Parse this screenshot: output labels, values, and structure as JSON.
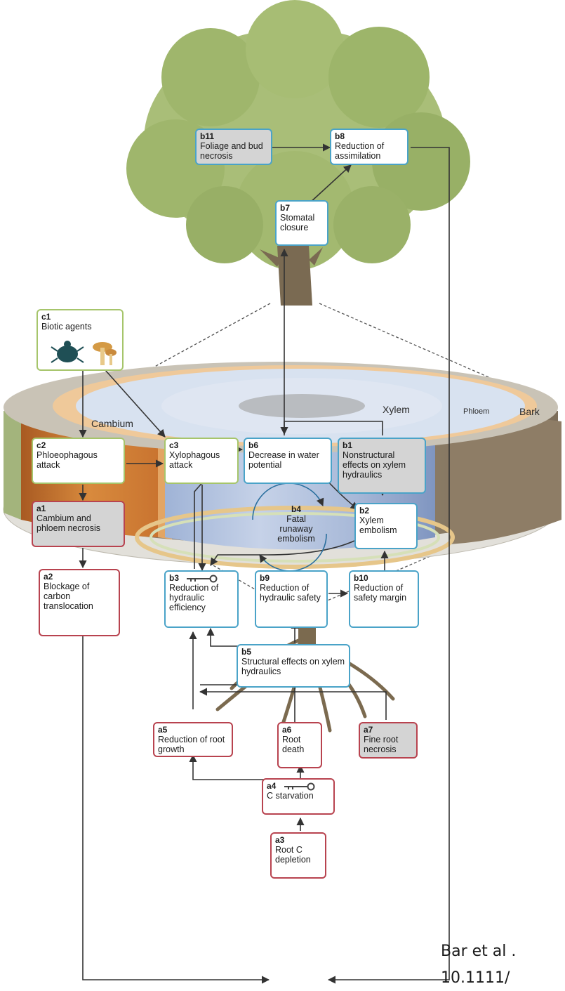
{
  "regions": {
    "xylem": "Xylem",
    "phloem": "Phloem",
    "bark": "Bark",
    "cambium": "Cambium"
  },
  "nodes": {
    "b11": {
      "id": "b11",
      "text": "Foliage and bud necrosis"
    },
    "b8": {
      "id": "b8",
      "text": "Reduction of assimilation"
    },
    "b7": {
      "id": "b7",
      "text": "Stomatal closure"
    },
    "c1": {
      "id": "c1",
      "text": "Biotic agents"
    },
    "c2": {
      "id": "c2",
      "text": "Phloeophagous attack"
    },
    "c3": {
      "id": "c3",
      "text": "Xylophagous attack"
    },
    "b6": {
      "id": "b6",
      "text": "Decrease in water potential"
    },
    "b1": {
      "id": "b1",
      "text": "Nonstructural effects on xylem hydraulics"
    },
    "b4": {
      "id": "b4",
      "text": "Fatal runaway embolism"
    },
    "a1": {
      "id": "a1",
      "text": "Cambium and phloem necrosis"
    },
    "b2": {
      "id": "b2",
      "text": "Xylem embolism"
    },
    "a2": {
      "id": "a2",
      "text": "Blockage of carbon translocation"
    },
    "b3": {
      "id": "b3",
      "text": "Reduction of hydraulic efficiency"
    },
    "b9": {
      "id": "b9",
      "text": "Reduction of hydraulic safety"
    },
    "b10": {
      "id": "b10",
      "text": "Reduction of safety margin"
    },
    "b5": {
      "id": "b5",
      "text": "Structural effects on xylem hydraulics"
    },
    "a5": {
      "id": "a5",
      "text": "Reduction of root growth"
    },
    "a6": {
      "id": "a6",
      "text": "Root death"
    },
    "a7": {
      "id": "a7",
      "text": "Fine root necrosis"
    },
    "a4": {
      "id": "a4",
      "text": "C starvation"
    },
    "a3": {
      "id": "a3",
      "text": "Root C depletion"
    }
  },
  "credit": {
    "line1": "Bar et al .",
    "line2": "10.1111/"
  },
  "colors": {
    "xylem_blue": "#4aa3c8",
    "biotic_green": "#a6c56b",
    "carbon_red": "#b8434f",
    "cambium_orange": "#c9742f",
    "bark_brown": "#8b7a63",
    "tree_green": "#9bb46a"
  }
}
